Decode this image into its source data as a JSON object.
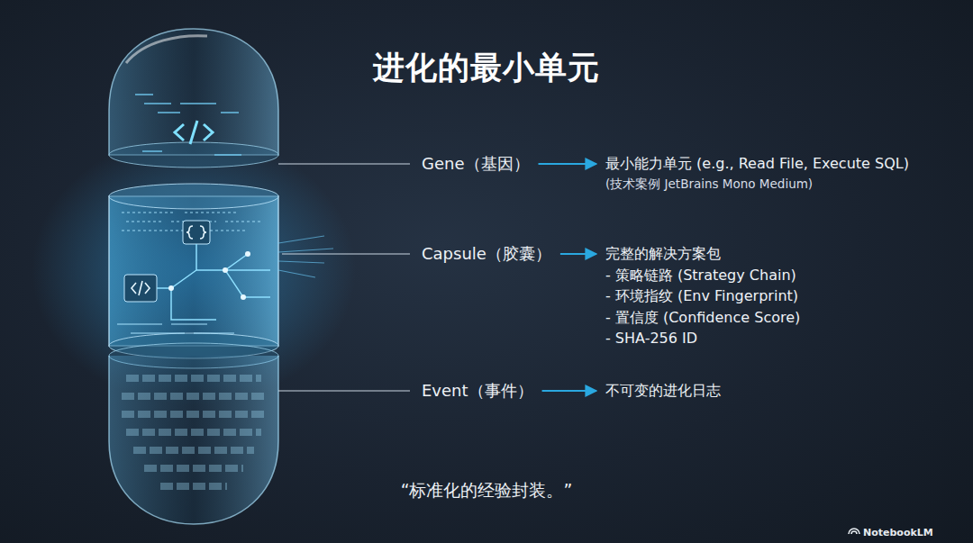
{
  "diagram": {
    "title": "进化的最小单元",
    "caption": "“标准化的经验封装。”",
    "nodes": [
      {
        "text": [
          "Gene（基因）"
        ]
      },
      {
        "text": [
          "最小能力单元 (e.g., Read File, Execute SQL)",
          "(技术案例 JetBrains Mono Medium)"
        ]
      },
      {
        "text": [
          "Capsule（胶囊）"
        ]
      },
      {
        "text": [
          "完整的解决方案包",
          "- 策略链路 (Strategy Chain)",
          "- 环境指纹 (Env Fingerprint)",
          "- 置信度 (Confidence Score)",
          "- SHA-256 ID"
        ]
      },
      {
        "text": [
          "Event（事件）"
        ]
      },
      {
        "text": [
          "不可变的进化日志"
        ]
      }
    ],
    "edges": [
      {
        "from": 0,
        "to": 1,
        "arrow": "to"
      },
      {
        "from": 2,
        "to": 3,
        "arrow": "to"
      },
      {
        "from": 4,
        "to": 5,
        "arrow": "to"
      }
    ],
    "labels": [
      "NotebookLM"
    ]
  }
}
